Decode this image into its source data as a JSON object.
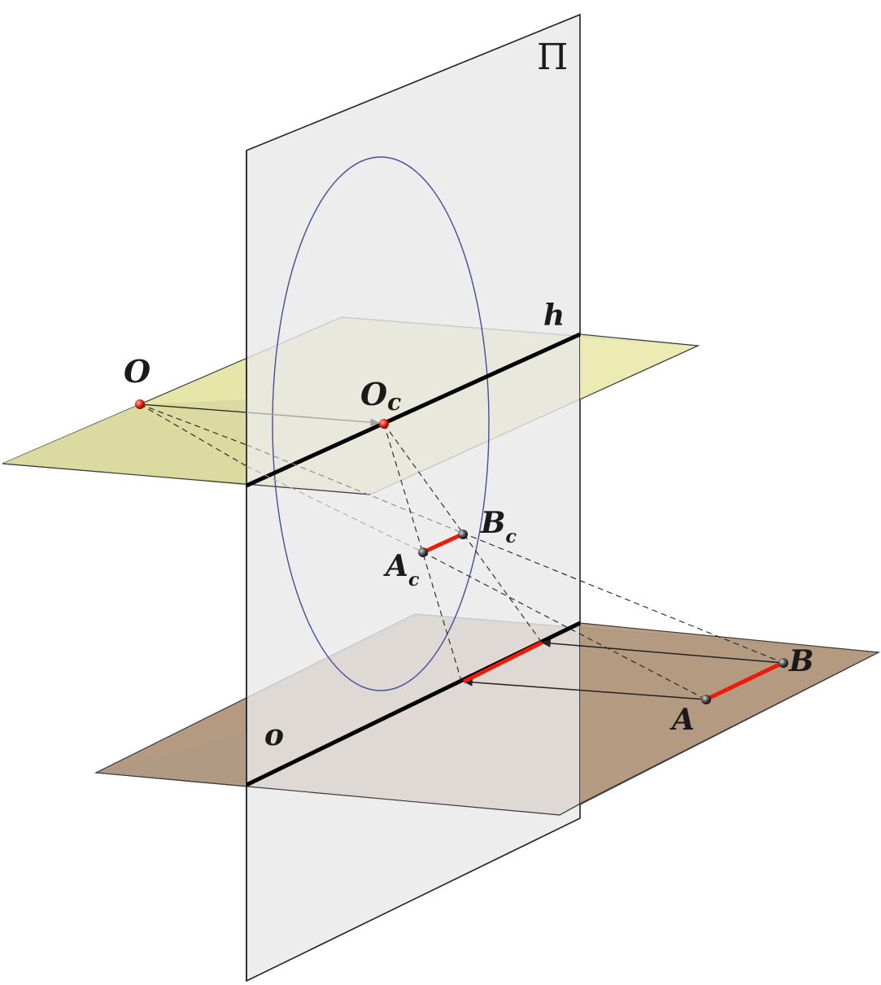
{
  "colors": {
    "picture_plane": "#ebebeb",
    "horizon_plane": "#e6e6a8",
    "ground_plane": "#b49a80",
    "circle": "#4a4aa0",
    "segment": "#ee1a0a",
    "line": "#000000",
    "point_red": "#e02010",
    "point_dark": "#444444"
  },
  "labels": {
    "plane": "Π",
    "horizon": "h",
    "ground": "o",
    "eye": "O",
    "eye_image_main": "O",
    "eye_image_sub": "c",
    "a_image_main": "A",
    "a_image_sub": "c",
    "b_image_main": "B",
    "b_image_sub": "c",
    "point_a": "A",
    "point_b": "B"
  }
}
